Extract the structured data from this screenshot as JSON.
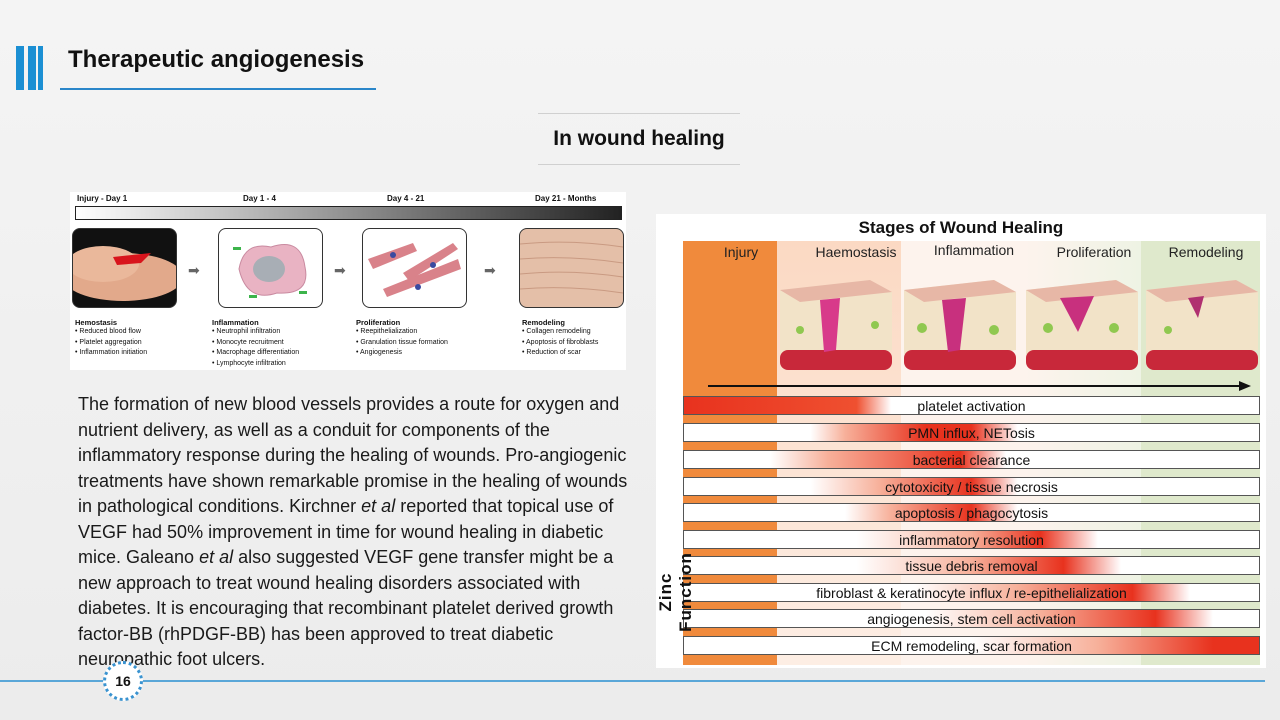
{
  "header": {
    "title": "Therapeutic angiogenesis",
    "subtitle": "In wound healing"
  },
  "left_figure": {
    "timeline": [
      "Injury - Day 1",
      "Day 1 - 4",
      "Day 4 - 21",
      "Day 21 - Months"
    ],
    "phases": [
      {
        "title": "Hemostasis",
        "items": [
          "• Reduced blood flow",
          "• Platelet aggregation",
          "• Inflammation initiation"
        ]
      },
      {
        "title": "Inflammation",
        "items": [
          "• Neutrophil infiltration",
          "• Monocyte recruitment",
          "• Macrophage differentiation",
          "• Lymphocyte infiltration"
        ]
      },
      {
        "title": "Proliferation",
        "items": [
          "• Reepithelialization",
          "• Granulation tissue formation",
          "• Angiogenesis"
        ]
      },
      {
        "title": "Remodeling",
        "items": [
          "• Collagen remodeling",
          "• Apoptosis of fibroblasts",
          "• Reduction of scar"
        ]
      }
    ]
  },
  "paragraph": {
    "p1": "The formation of new blood vessels provides a route for oxygen and nutrient delivery, as well as a conduit for components of the inflammatory response during the healing of wounds. Pro-angiogenic treatments have shown remarkable promise in the healing of wounds in pathological conditions. Kirchner ",
    "etal": "et al",
    "p2": " reported that topical use of VEGF had 50% improvement in time for wound healing in diabetic mice. Galeano ",
    "p3": " also suggested VEGF gene transfer might be a new approach to treat wound healing disorders associated with diabetes. It is encouraging that recombinant platelet derived growth factor-BB (rhPDGF-BB) has been approved to treat diabetic neuropathic foot ulcers."
  },
  "footer": {
    "page_number": "16"
  },
  "right_figure": {
    "title": "Stages of Wound Healing",
    "stages": [
      "Injury",
      "Haemostasis",
      "Inflammation",
      "Proliferation",
      "Remodeling"
    ],
    "axis_label": "Zinc  Function",
    "functions": [
      "platelet activation",
      "PMN influx, NETosis",
      "bacterial clearance",
      "cytotoxicity / tissue necrosis",
      "apoptosis / phagocytosis",
      "inflammatory resolution",
      "tissue debris removal",
      "fibroblast & keratinocyte influx / re-epithelialization",
      "angiogenesis, stem cell activation",
      "ECM remodeling, scar formation"
    ]
  },
  "colors": {
    "accent": "#1b8fd3",
    "injury": "#f08a3c",
    "bar_red": "#e8321e"
  }
}
